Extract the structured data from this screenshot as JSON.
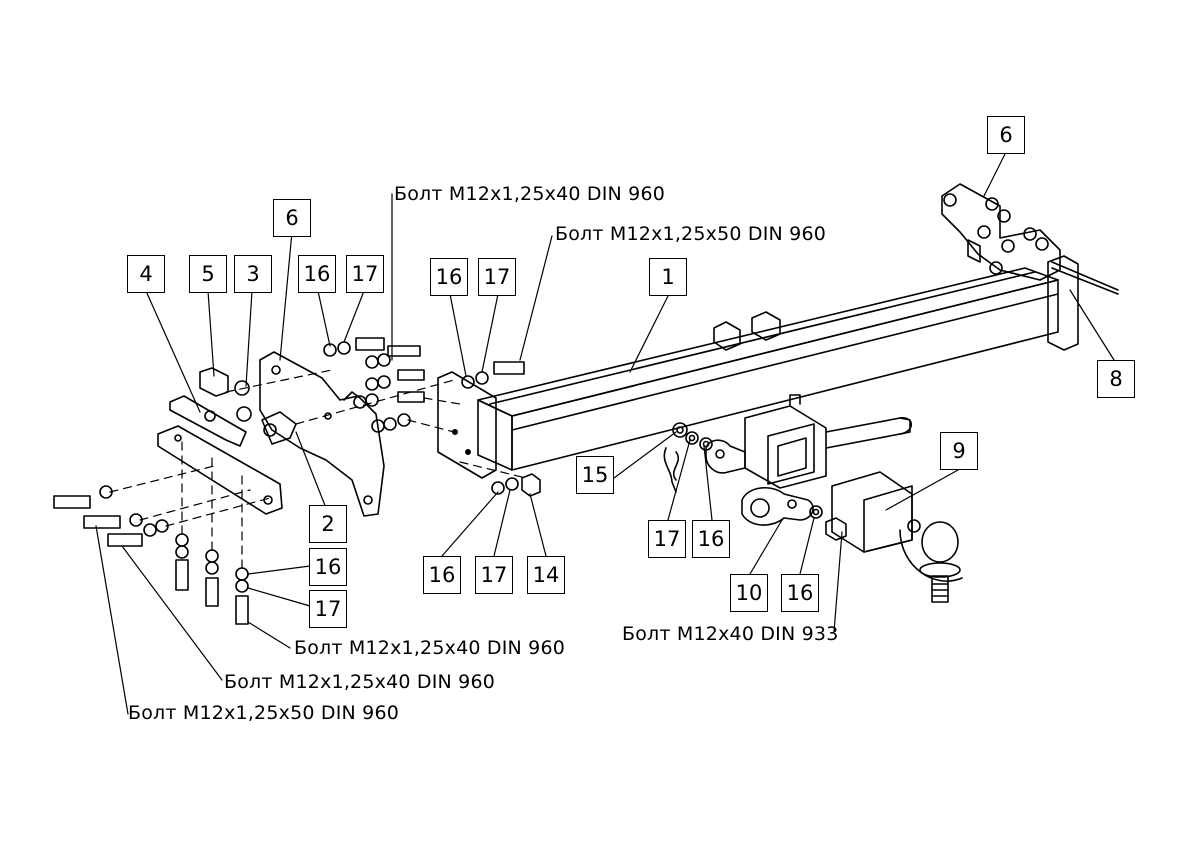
{
  "callouts": {
    "c6_top_right": "6",
    "c4": "4",
    "c5": "5",
    "c3": "3",
    "c6_left": "6",
    "c16_a": "16",
    "c17_a": "17",
    "c16_b": "16",
    "c17_b": "17",
    "c1": "1",
    "c8": "8",
    "c9": "9",
    "c15": "15",
    "c17_c": "17",
    "c16_c": "16",
    "c2": "2",
    "c16_d": "16",
    "c17_d": "17",
    "c14": "14",
    "c10": "10",
    "c16_e": "16",
    "c16_f": "16",
    "c17_f": "17"
  },
  "bolt_labels": {
    "top_m12x1_25x40": "Болт М12х1,25х40 DIN 960",
    "top_m12x1_25x50": "Болт М12х1,25х50 DIN 960",
    "bottom_m12x1_25x40_a": "Болт М12х1,25х40 DIN 960",
    "bottom_m12x1_25x40_b": "Болт М12х1,25х40 DIN 960",
    "bottom_m12x1_25x50": "Болт М12х1,25х50 DIN 960",
    "m12x40_din933": "Болт М12х40 DIN 933"
  }
}
